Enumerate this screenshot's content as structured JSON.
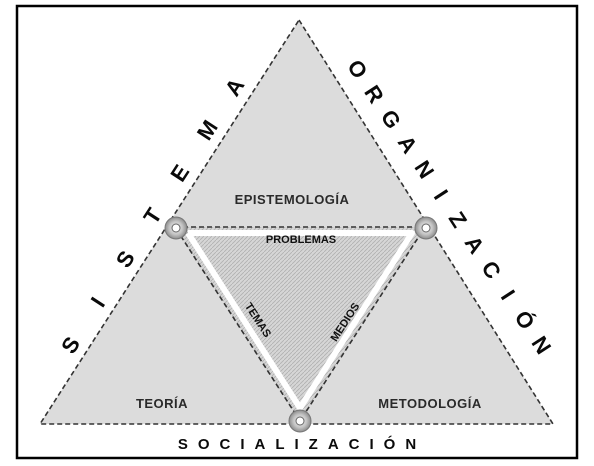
{
  "diagram": {
    "regions": {
      "top": "EPISTEMOLOGÍA",
      "left": "TEORÍA",
      "right": "METODOLOGÍA"
    },
    "inner": {
      "top_edge": "PROBLEMAS",
      "left_edge": "TEMAS",
      "right_edge": "MEDIOS"
    },
    "sides": {
      "left": "SISTEMA",
      "right": "ORGANIZACIÓN",
      "bottom": "SOCIALIZACIÓN"
    },
    "colors": {
      "outer_fill": "#dcdcdc",
      "inner_fill": "#c8c8c8",
      "border": "#000000",
      "dashed_line": "#333333",
      "node_fill": "#bfbfbf"
    }
  }
}
